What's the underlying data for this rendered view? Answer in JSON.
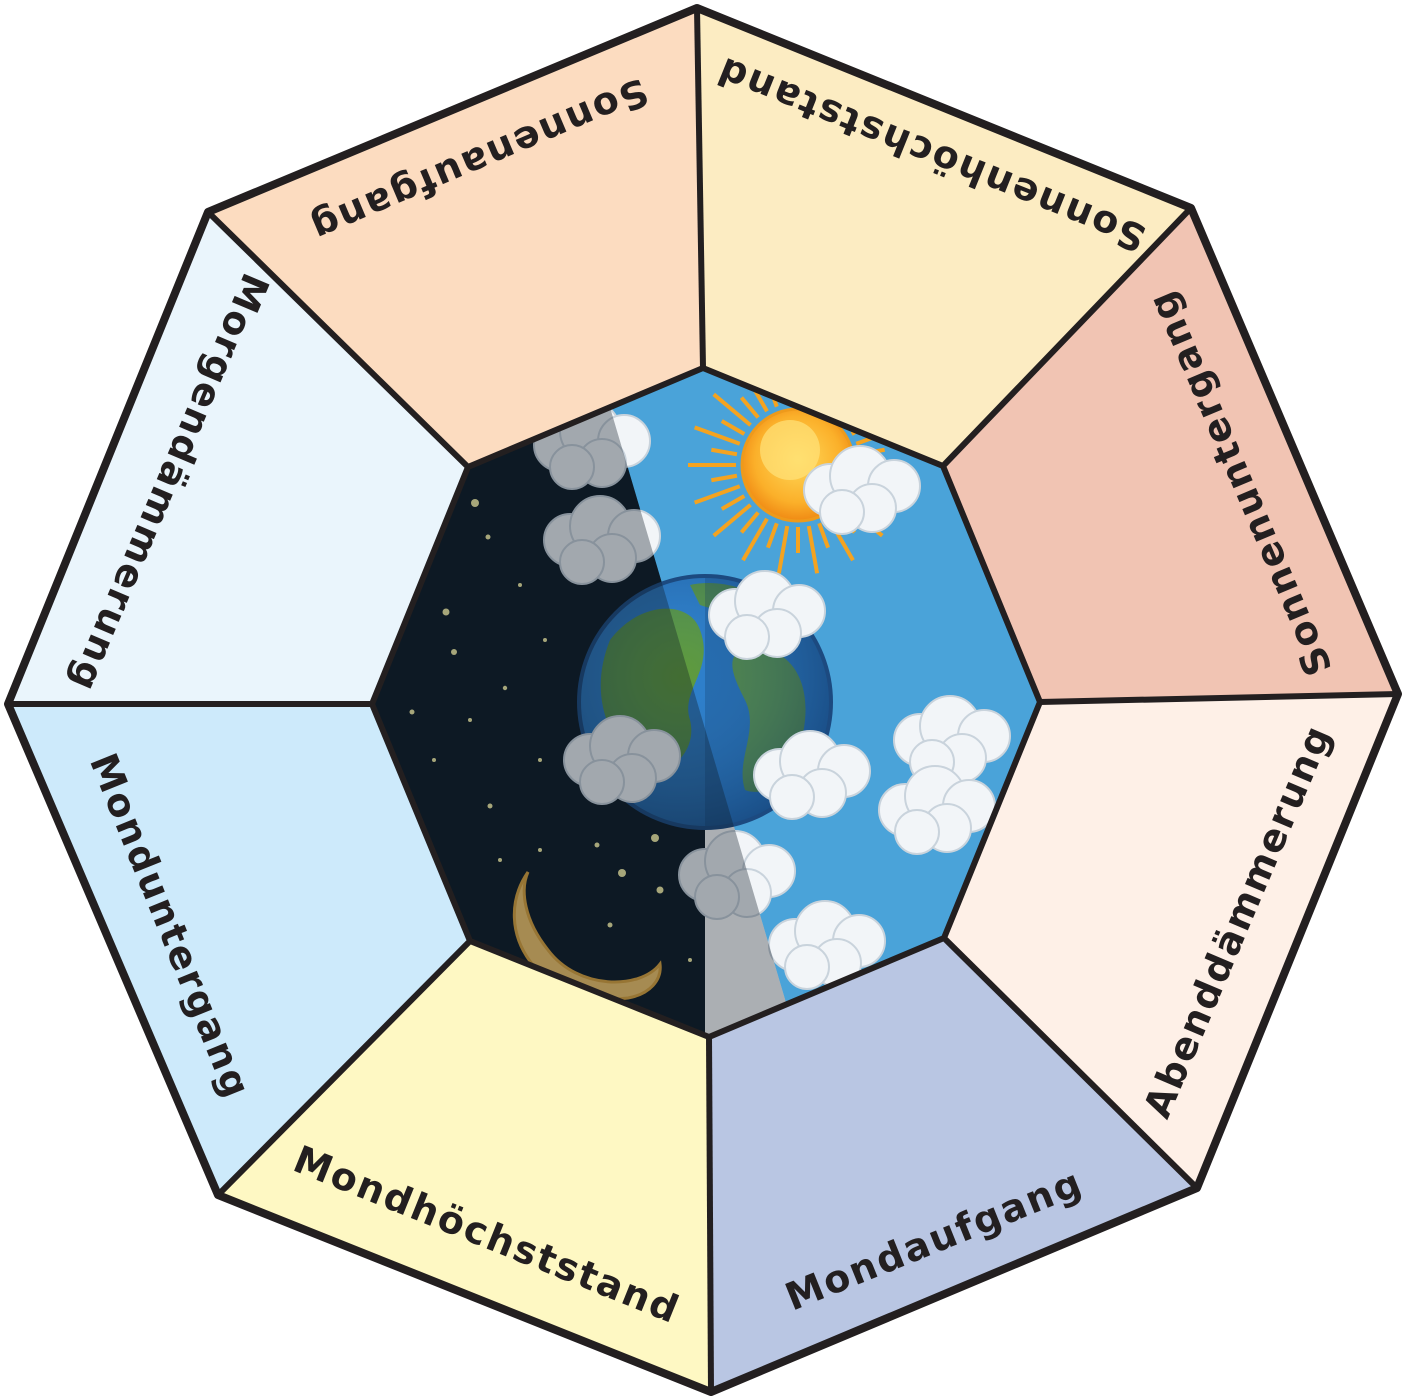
{
  "segments": [
    {
      "id": "sonnenaufgang",
      "label": "Sonnenaufgang",
      "color": "#fcdcc0"
    },
    {
      "id": "sonnenhoechststand",
      "label": "Sonnenhöchststand",
      "color": "#fcecc2"
    },
    {
      "id": "sonnenuntergang",
      "label": "Sonnenuntergang",
      "color": "#f1c4b3"
    },
    {
      "id": "abenddaemmerung",
      "label": "Abenddämmerung",
      "color": "#fef0e7"
    },
    {
      "id": "mondaufgang",
      "label": "Mondaufgang",
      "color": "#b9c6e3"
    },
    {
      "id": "mondhoechststand",
      "label": "Mondhöchststand",
      "color": "#fef8c3"
    },
    {
      "id": "monduntergang",
      "label": "Monduntergang",
      "color": "#cdeafb"
    },
    {
      "id": "morgendaemmerung",
      "label": "Morgendämmerung",
      "color": "#eaf5fc"
    }
  ],
  "center": {
    "night_color": "#0d1a24",
    "day_color": "#4aa3d9",
    "icons": [
      "sun-icon",
      "earth-icon",
      "moon-icon",
      "cloud-icon",
      "star-icon"
    ]
  },
  "outline_color": "#231f20"
}
